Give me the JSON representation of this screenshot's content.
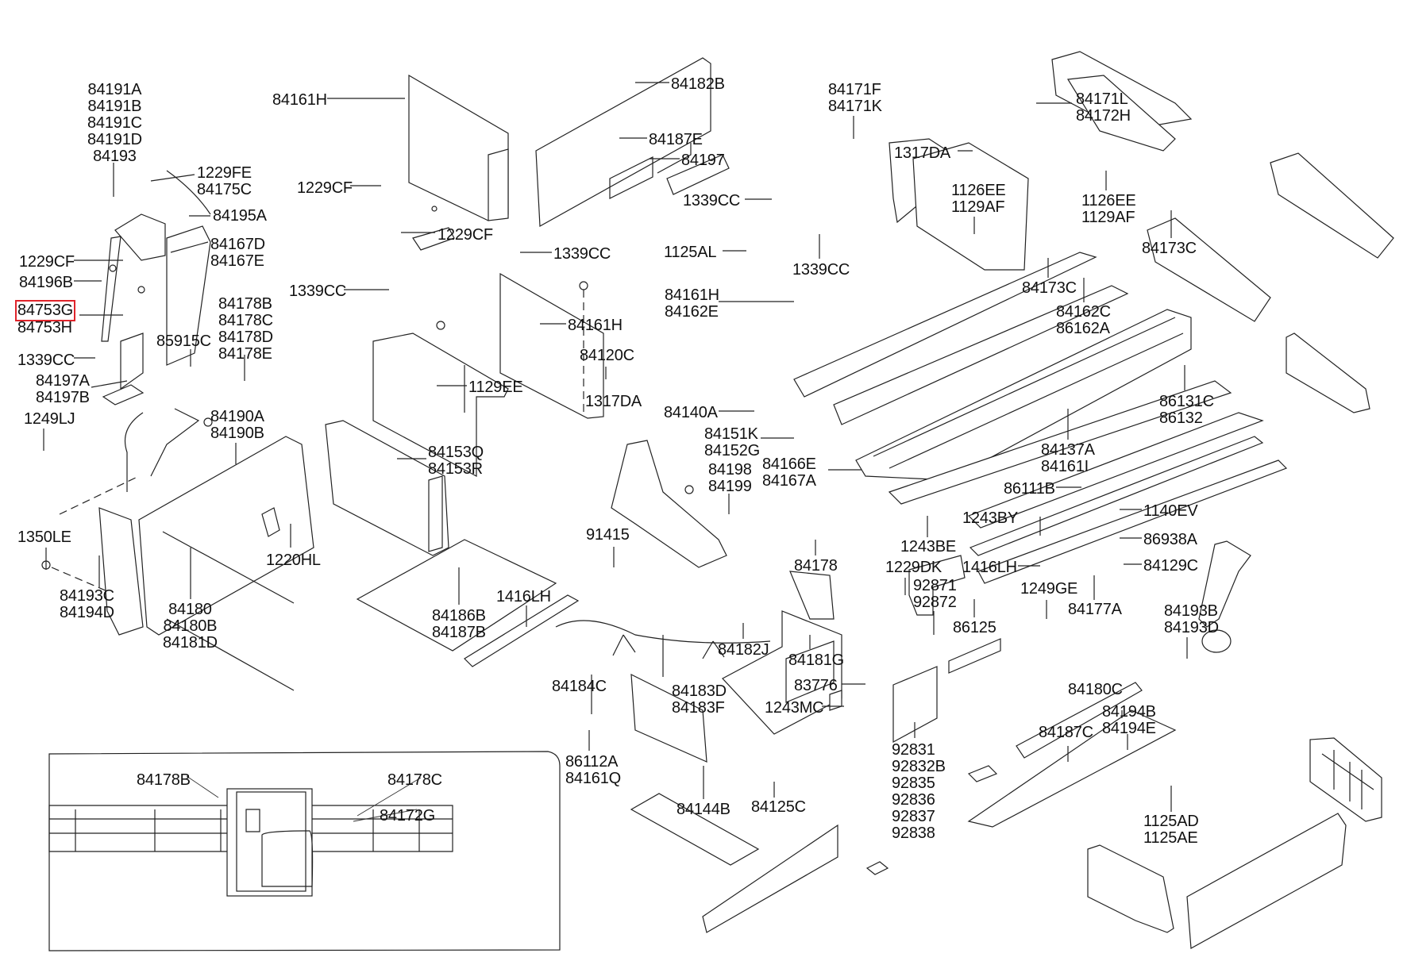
{
  "diagram": {
    "title": "Exploded parts diagram — rear floor / trim components",
    "highlight_color": "#e0242b",
    "highlighted_part": "84753G",
    "labels": [
      {
        "id": "l01",
        "lines": [
          "84191A",
          "84191B",
          "84191C",
          "84191D",
          "84193"
        ]
      },
      {
        "id": "l02",
        "lines": [
          "1229FE",
          "84175C"
        ]
      },
      {
        "id": "l03",
        "lines": [
          "84195A"
        ]
      },
      {
        "id": "l04",
        "lines": [
          "84167D",
          "84167E"
        ]
      },
      {
        "id": "l05",
        "lines": [
          "1229CF"
        ]
      },
      {
        "id": "l06",
        "lines": [
          "84196B"
        ]
      },
      {
        "id": "l07",
        "lines": [
          "84753G"
        ],
        "highlight": true
      },
      {
        "id": "l08",
        "lines": [
          "84753H"
        ]
      },
      {
        "id": "l09",
        "lines": [
          "1339CC"
        ]
      },
      {
        "id": "l10",
        "lines": [
          "84197A",
          "84197B"
        ]
      },
      {
        "id": "l11",
        "lines": [
          "85915C"
        ]
      },
      {
        "id": "l12",
        "lines": [
          "84178B",
          "84178C",
          "84178D",
          "84178E"
        ]
      },
      {
        "id": "l13",
        "lines": [
          "1249LJ"
        ]
      },
      {
        "id": "l14",
        "lines": [
          "84190A",
          "84190B"
        ]
      },
      {
        "id": "l15",
        "lines": [
          "1350LE"
        ]
      },
      {
        "id": "l16",
        "lines": [
          "1220HL"
        ]
      },
      {
        "id": "l17",
        "lines": [
          "84193C",
          "84194D"
        ]
      },
      {
        "id": "l18",
        "lines": [
          "84180",
          "84180B",
          "84181D"
        ]
      },
      {
        "id": "l19",
        "lines": [
          "84161H"
        ]
      },
      {
        "id": "l20",
        "lines": [
          "84182B"
        ]
      },
      {
        "id": "l21",
        "lines": [
          "1229CF"
        ]
      },
      {
        "id": "l22",
        "lines": [
          "1229CF"
        ]
      },
      {
        "id": "l23",
        "lines": [
          "84187E"
        ]
      },
      {
        "id": "l24",
        "lines": [
          "84197"
        ]
      },
      {
        "id": "l25",
        "lines": [
          "1339CC"
        ]
      },
      {
        "id": "l26",
        "lines": [
          "1339CC"
        ]
      },
      {
        "id": "l27",
        "lines": [
          "84161H"
        ]
      },
      {
        "id": "l28",
        "lines": [
          "1129EE"
        ]
      },
      {
        "id": "l29",
        "lines": [
          "84120C"
        ]
      },
      {
        "id": "l30",
        "lines": [
          "1317DA"
        ]
      },
      {
        "id": "l31",
        "lines": [
          "84153Q",
          "84153R"
        ]
      },
      {
        "id": "l32",
        "lines": [
          "84186B",
          "84187B"
        ]
      },
      {
        "id": "l33",
        "lines": [
          "91415"
        ]
      },
      {
        "id": "l34",
        "lines": [
          "1416LH"
        ]
      },
      {
        "id": "l35",
        "lines": [
          "84184C"
        ]
      },
      {
        "id": "l36",
        "lines": [
          "84198",
          "84199"
        ]
      },
      {
        "id": "l37",
        "lines": [
          "84182J"
        ]
      },
      {
        "id": "l38",
        "lines": [
          "84183D",
          "84183F"
        ]
      },
      {
        "id": "l39",
        "lines": [
          "86112A",
          "84161Q"
        ]
      },
      {
        "id": "l40",
        "lines": [
          "84144B"
        ]
      },
      {
        "id": "l41",
        "lines": [
          "84125C"
        ]
      },
      {
        "id": "l42",
        "lines": [
          "84171F",
          "84171K"
        ]
      },
      {
        "id": "l43",
        "lines": [
          "1317DA"
        ]
      },
      {
        "id": "l44",
        "lines": [
          "1339CC"
        ]
      },
      {
        "id": "l45",
        "lines": [
          "1125AL"
        ]
      },
      {
        "id": "l46",
        "lines": [
          "1339CC"
        ]
      },
      {
        "id": "l47",
        "lines": [
          "1126EE",
          "1129AF"
        ]
      },
      {
        "id": "l48",
        "lines": [
          "84161H",
          "84162E"
        ]
      },
      {
        "id": "l49",
        "lines": [
          "84140A"
        ]
      },
      {
        "id": "l50",
        "lines": [
          "84151K",
          "84152G"
        ]
      },
      {
        "id": "l51",
        "lines": [
          "84166E",
          "84167A"
        ]
      },
      {
        "id": "l52",
        "lines": [
          "84178"
        ]
      },
      {
        "id": "l53",
        "lines": [
          "1229DK"
        ]
      },
      {
        "id": "l54",
        "lines": [
          "86125"
        ]
      },
      {
        "id": "l55",
        "lines": [
          "84181G"
        ]
      },
      {
        "id": "l56",
        "lines": [
          "83776"
        ]
      },
      {
        "id": "l57",
        "lines": [
          "1243MC"
        ]
      },
      {
        "id": "l58",
        "lines": [
          "92871",
          "92872"
        ]
      },
      {
        "id": "l59",
        "lines": [
          "92831",
          "92832B",
          "92835",
          "92836",
          "92837",
          "92838"
        ]
      },
      {
        "id": "l60",
        "lines": [
          "84171L",
          "84172H"
        ]
      },
      {
        "id": "l61",
        "lines": [
          "1126EE",
          "1129AF"
        ]
      },
      {
        "id": "l62",
        "lines": [
          "84173C"
        ]
      },
      {
        "id": "l63",
        "lines": [
          "84173C"
        ]
      },
      {
        "id": "l64",
        "lines": [
          "84162C",
          "86162A"
        ]
      },
      {
        "id": "l65",
        "lines": [
          "86131C",
          "86132"
        ]
      },
      {
        "id": "l66",
        "lines": [
          "84137A",
          "84161I"
        ]
      },
      {
        "id": "l67",
        "lines": [
          "86111B"
        ]
      },
      {
        "id": "l68",
        "lines": [
          "1140EV"
        ]
      },
      {
        "id": "l69",
        "lines": [
          "1243BY"
        ]
      },
      {
        "id": "l70",
        "lines": [
          "86938A"
        ]
      },
      {
        "id": "l71",
        "lines": [
          "1243BE"
        ]
      },
      {
        "id": "l72",
        "lines": [
          "1416LH"
        ]
      },
      {
        "id": "l73",
        "lines": [
          "84129C"
        ]
      },
      {
        "id": "l74",
        "lines": [
          "1249GE"
        ]
      },
      {
        "id": "l75",
        "lines": [
          "84177A"
        ]
      },
      {
        "id": "l76",
        "lines": [
          "84193B",
          "84193D"
        ]
      },
      {
        "id": "l77",
        "lines": [
          "84180C"
        ]
      },
      {
        "id": "l78",
        "lines": [
          "84194B",
          "84194E"
        ]
      },
      {
        "id": "l79",
        "lines": [
          "84187C"
        ]
      },
      {
        "id": "l80",
        "lines": [
          "1125AD",
          "1125AE"
        ]
      }
    ],
    "inset": {
      "labels": [
        {
          "id": "i1",
          "lines": [
            "84178B"
          ]
        },
        {
          "id": "i2",
          "lines": [
            "84178C"
          ]
        },
        {
          "id": "i3",
          "lines": [
            "84172G"
          ]
        }
      ]
    }
  }
}
